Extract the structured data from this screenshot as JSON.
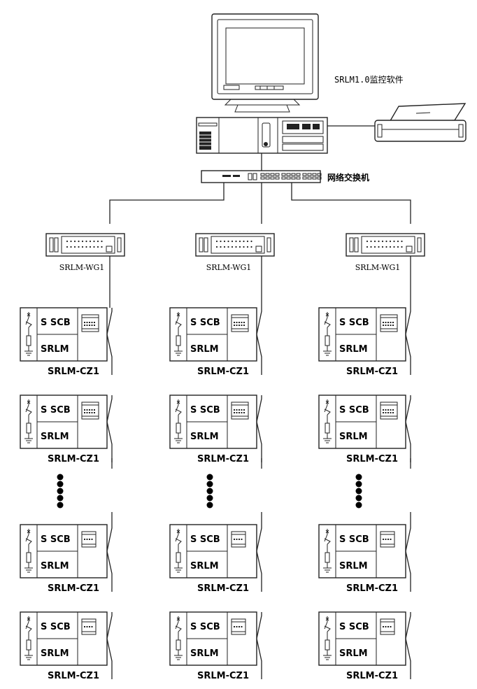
{
  "software_label": "SRLM1.0监控软件",
  "switch_label": "网络交换机",
  "gateway_label": "SRLM-WG1",
  "module": {
    "scb_label": "S SCB",
    "srlm_label": "SRLM",
    "name": "SRLM-CZ1"
  },
  "icons": {
    "monitor": "monitor-icon",
    "computer": "desktop-computer-icon",
    "printer": "printer-icon",
    "switch": "network-switch-icon",
    "gateway": "gateway-icon",
    "breaker": "surge-breaker-icon",
    "meter": "meter-icon"
  },
  "colors": {
    "line": "#222222",
    "background": "#ffffff"
  }
}
